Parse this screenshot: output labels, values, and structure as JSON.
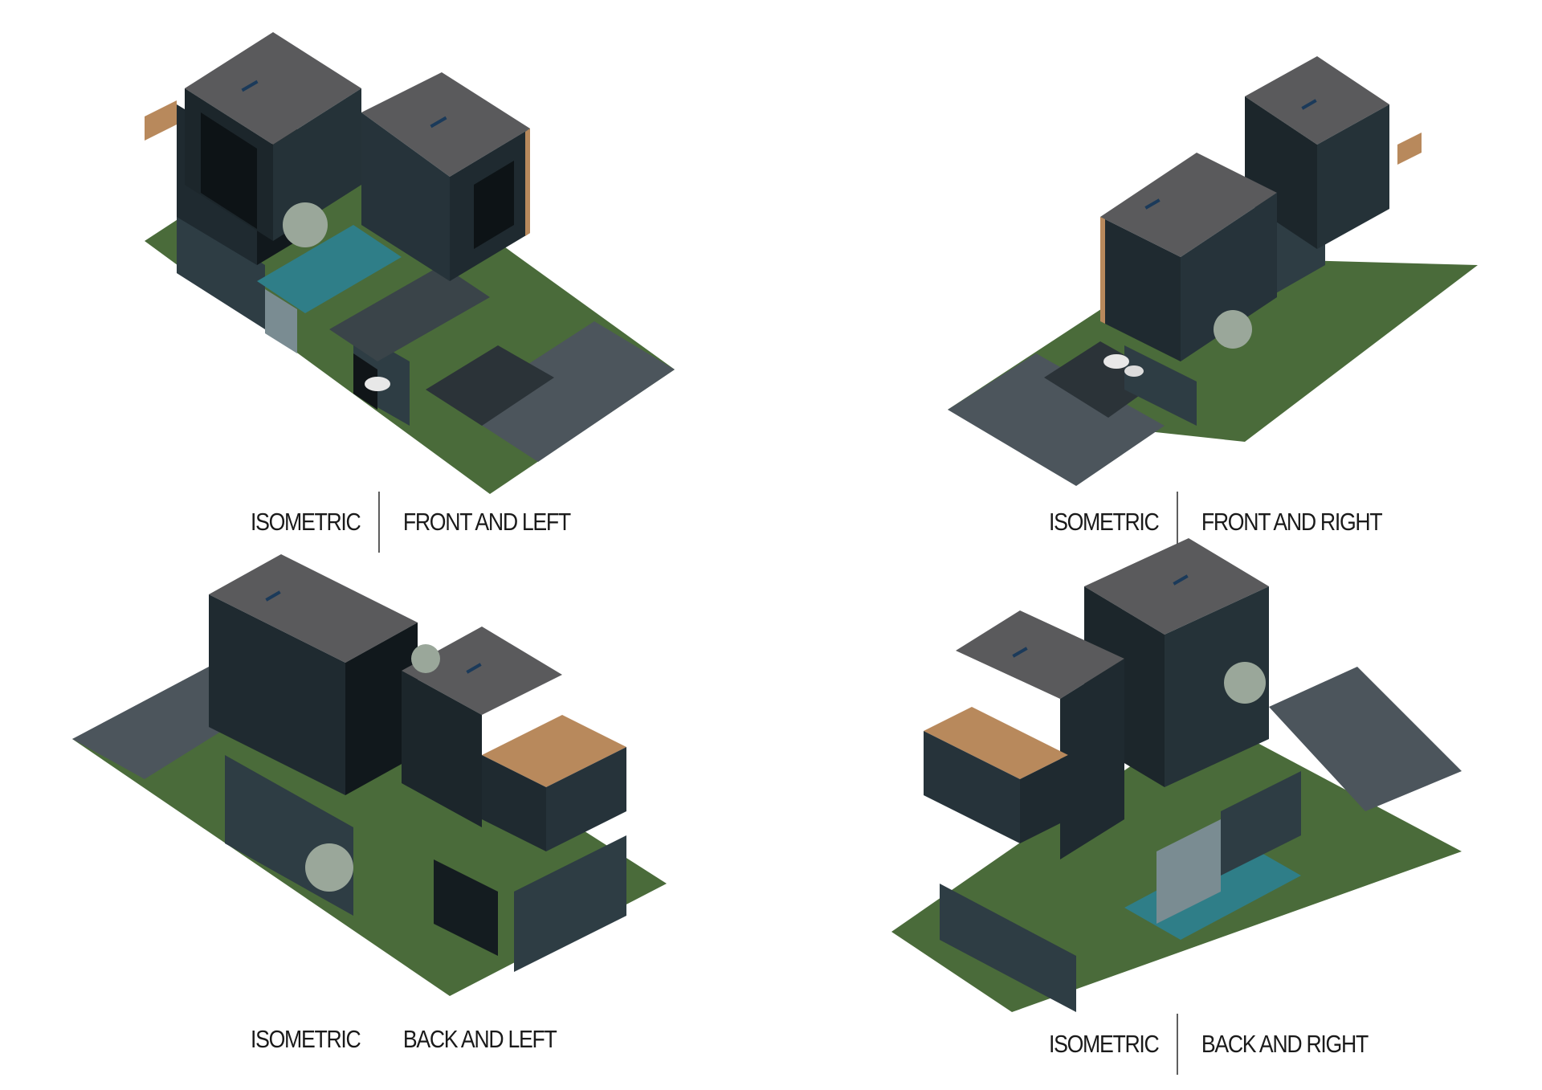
{
  "views": [
    {
      "word": "ISOMETRIC",
      "direction": "FRONT AND LEFT"
    },
    {
      "word": "ISOMETRIC",
      "direction": "FRONT AND RIGHT"
    },
    {
      "word": "ISOMETRIC",
      "direction": "BACK AND LEFT"
    },
    {
      "word": "ISOMETRIC",
      "direction": "BACK AND RIGHT"
    }
  ],
  "colors": {
    "background": "#ffffff",
    "lawn": "#4a6b3a",
    "paving": "#4c555c",
    "roof": "#5a5a5c",
    "facade": "#1f2a30",
    "stone": "#2e3d44",
    "glass": "#11181c",
    "wood": "#b8895c",
    "water": "#2f7e88",
    "tree": "#9aa79a"
  }
}
